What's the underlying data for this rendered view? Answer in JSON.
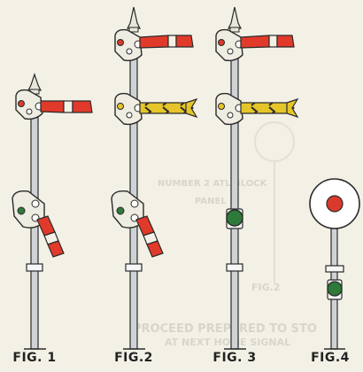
{
  "figures": [
    {
      "caption": "FIG. 1",
      "description": "signal with red arm and lower red arm"
    },
    {
      "caption": "FIG.2",
      "description": "signal with red, yellow arms and lower arm"
    },
    {
      "caption": "FIG. 3",
      "description": "signal with red, yellow arms and green light"
    },
    {
      "caption": "FIG.4",
      "description": "disc signal red and green light"
    }
  ],
  "background_text": {
    "line1": "NUMBER 2 ATL BLOCK",
    "line2": "PANEL D",
    "line3": "FIG.2",
    "line4": "PROCEED PREPARED TO STO",
    "line5": "AT NEXT HOME SIGNAL"
  },
  "colors": {
    "arm_red": "#e23a2a",
    "arm_white": "#f6f1e7",
    "arm_yellow": "#e6c52a",
    "lamp_red": "#d93a2c",
    "lamp_green": "#2e7a3a",
    "post": "#cfd3d6",
    "outline": "#2a2a2a"
  }
}
